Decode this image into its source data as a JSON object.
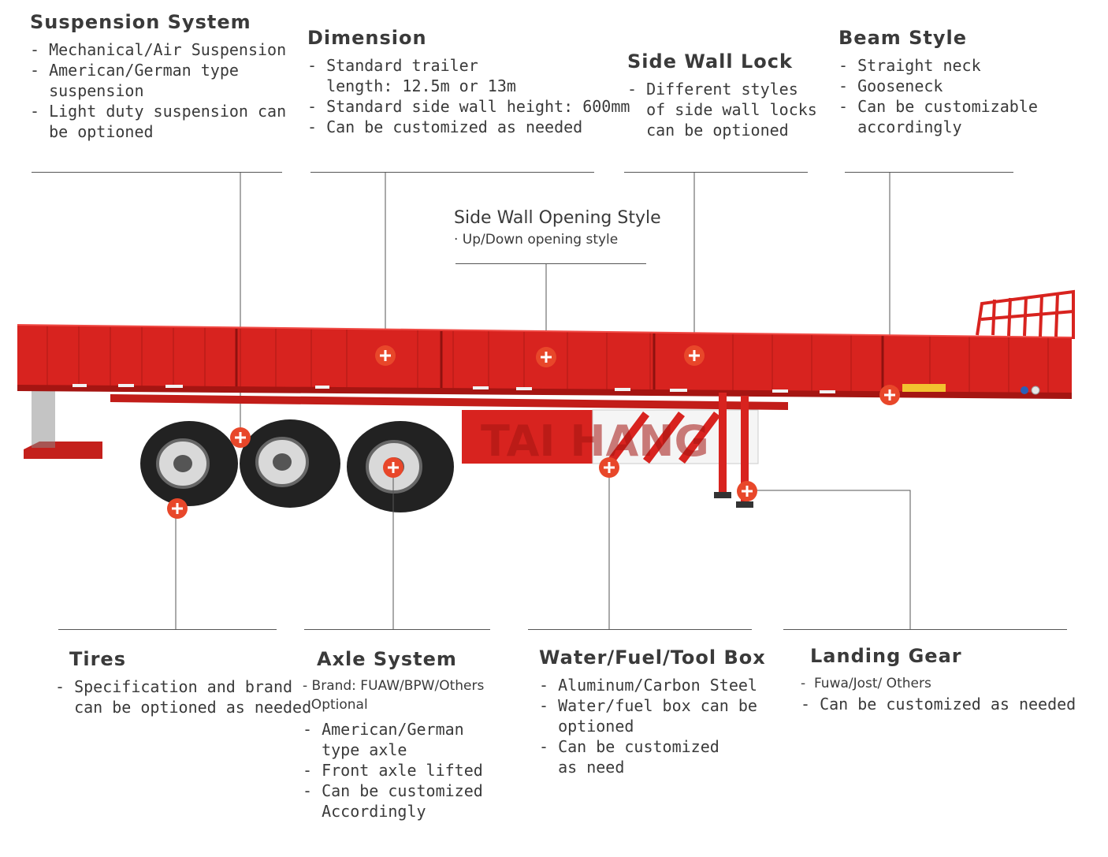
{
  "sections": {
    "suspension": {
      "title": "Suspension System",
      "items": [
        "- Mechanical/Air Suspension",
        "- American/German type",
        "  suspension",
        "- Light duty suspension can",
        "  be optioned"
      ]
    },
    "dimension": {
      "title": "Dimension",
      "items": [
        "- Standard trailer",
        "  length: 12.5m or 13m",
        "- Standard side wall height: 600mm",
        "- Can be customized as needed"
      ]
    },
    "side_wall_lock": {
      "title": "Side Wall Lock",
      "items": [
        "- Different styles",
        "  of side wall locks",
        "  can be optioned"
      ]
    },
    "beam_style": {
      "title": "Beam Style",
      "items": [
        "- Straight neck",
        "- Gooseneck",
        "- Can be customizable",
        "  accordingly"
      ]
    },
    "side_wall_opening": {
      "title": "Side Wall Opening Style",
      "items": [
        "· Up/Down opening style"
      ]
    },
    "tires": {
      "title": "Tires",
      "items": [
        "- Specification and brand",
        "  can be optioned as needed"
      ]
    },
    "axle": {
      "title": "Axle System",
      "items": [
        "- Brand: FUAW/BPW/Others",
        "  Optional",
        "- American/German",
        "  type axle",
        "- Front axle lifted",
        "- Can be customized",
        "  Accordingly"
      ]
    },
    "toolbox": {
      "title": "Water/Fuel/Tool Box",
      "items": [
        "- Aluminum/Carbon Steel",
        "- Water/fuel box can be",
        "  optioned",
        "- Can be customized",
        "  as need"
      ]
    },
    "landing_gear": {
      "title": "Landing Gear",
      "items": [
        "-  Fuwa/Jost/ Others",
        "- Can be customized as needed"
      ]
    }
  },
  "watermark": "TAI HANG",
  "colors": {
    "trailer_red": "#d8231f",
    "trailer_dark": "#a51512",
    "marker": "#e8472a",
    "line": "#555555",
    "text": "#3a3a3a"
  },
  "marker_icon": "plus-icon"
}
